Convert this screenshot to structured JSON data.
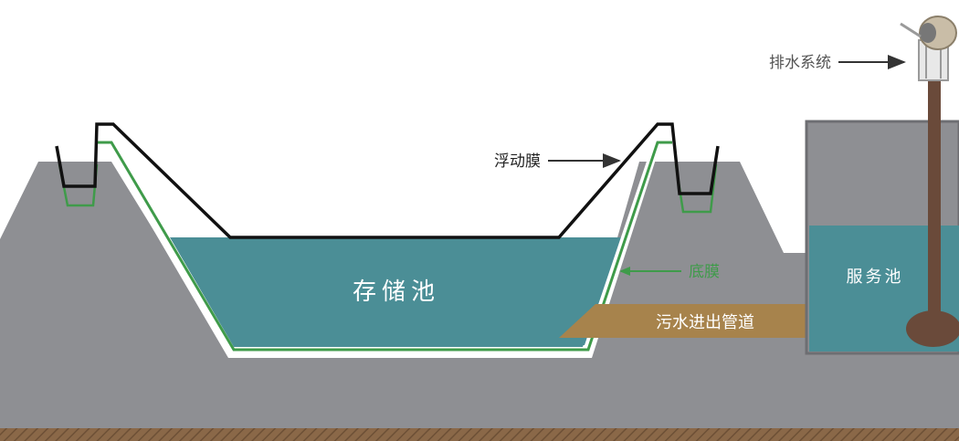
{
  "labels": {
    "drainage_system": "排水系统",
    "floating_membrane": "浮动膜",
    "bottom_membrane": "底膜",
    "storage_pond": "存储池",
    "service_pond": "服务池",
    "sewage_pipe": "污水进出管道"
  },
  "colors": {
    "ground": "#8e8f93",
    "ground_dark": "#7e7f83",
    "soil": "#8a6848",
    "water": "#4b8e96",
    "bottom_membrane": "#3f9b4a",
    "floating_membrane": "#111111",
    "pipe": "#a7834c",
    "pole": "#6a4a3a",
    "arrow": "#333333",
    "label_dark": "#222222",
    "label_grey": "#555555",
    "label_white": "#ffffff"
  }
}
